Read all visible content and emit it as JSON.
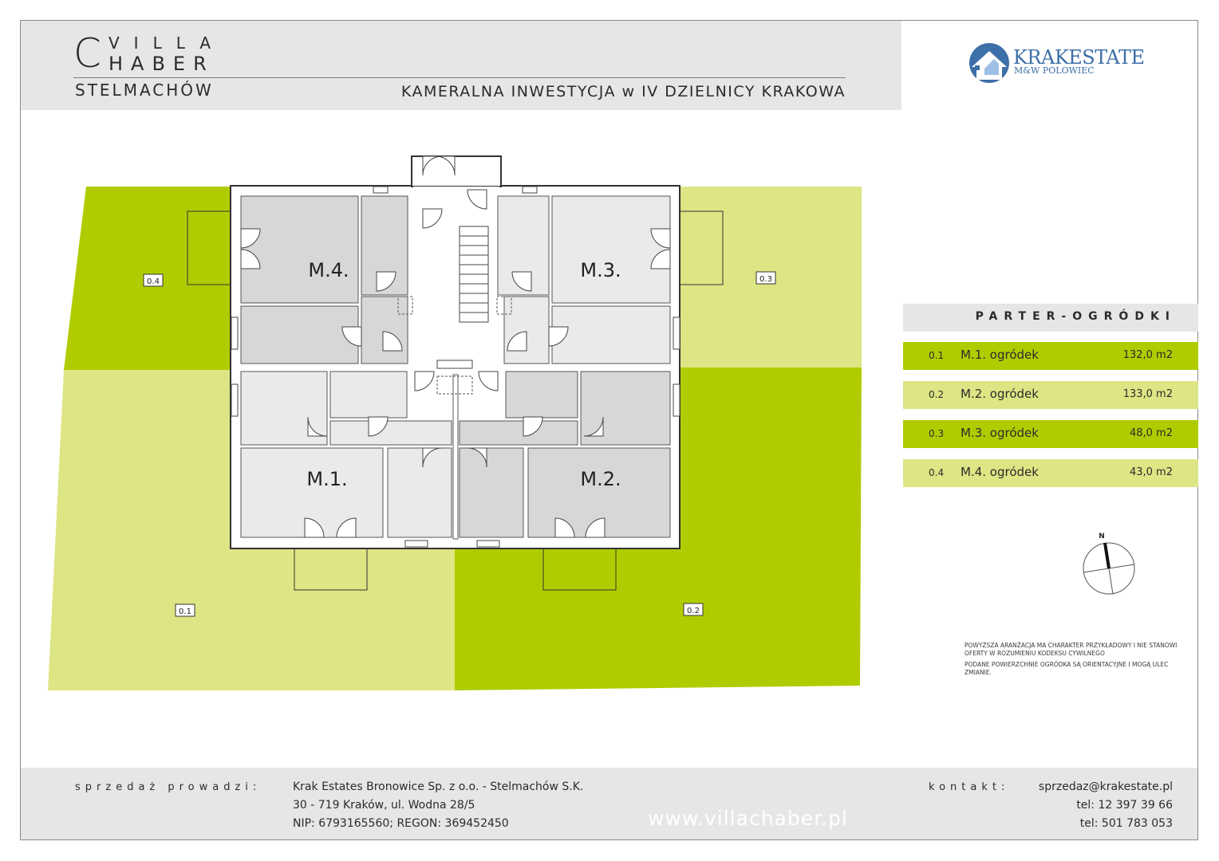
{
  "header": {
    "logo_c": "C",
    "logo_villa": "VILLA",
    "logo_haber": "HABER",
    "logo_sub": "STELMACHÓW",
    "tagline": "KAMERALNA INWESTYCJA w IV DZIELNICY KRAKOWA",
    "company_name": "KRAKESTATE",
    "company_sub": "M&W POLOWIEC"
  },
  "plan": {
    "apartments": [
      "M.4.",
      "M.3.",
      "M.1.",
      "M.2."
    ],
    "garden_tags": [
      "0.4",
      "0.3",
      "0.1",
      "0.2"
    ],
    "north": "N",
    "colors": {
      "garden_dark": "#b0cc00",
      "garden_light": "#dde584",
      "room_dark": "#d7d7d7",
      "room_light": "#eaeaea"
    }
  },
  "legend": {
    "title": "PARTER-OGRÓDKI",
    "rows": [
      {
        "id": "0.1",
        "name": "M.1. ogródek",
        "area": "132,0 m2"
      },
      {
        "id": "0.2",
        "name": "M.2. ogródek",
        "area": "133,0 m2"
      },
      {
        "id": "0.3",
        "name": "M.3. ogródek",
        "area": "48,0 m2"
      },
      {
        "id": "0.4",
        "name": "M.4. ogródek",
        "area": "43,0 m2"
      }
    ]
  },
  "notes": {
    "line1": "Powyższa aranżacja ma charakter przykładowy i nie stanowi oferty w rozumieniu Kodeksu Cywilnego",
    "line2": "Podane powierzchnie ogródka są orientacyjne i mogą ulec zmianie."
  },
  "footer": {
    "sales_label": "sprzedaż prowadzi:",
    "address_1": "Krak Estates Bronowice Sp. z o.o. - Stelmachów S.K.",
    "address_2": "30 - 719  Kraków, ul. Wodna 28/5",
    "address_3": "NIP: 6793165560; REGON: 369452450",
    "website": "www.villachaber.pl",
    "contact_label": "kontakt:",
    "email": "sprzedaz@krakestate.pl",
    "phone_1": "tel: 12 397 39 66",
    "phone_2": "tel: 501 783 053"
  }
}
